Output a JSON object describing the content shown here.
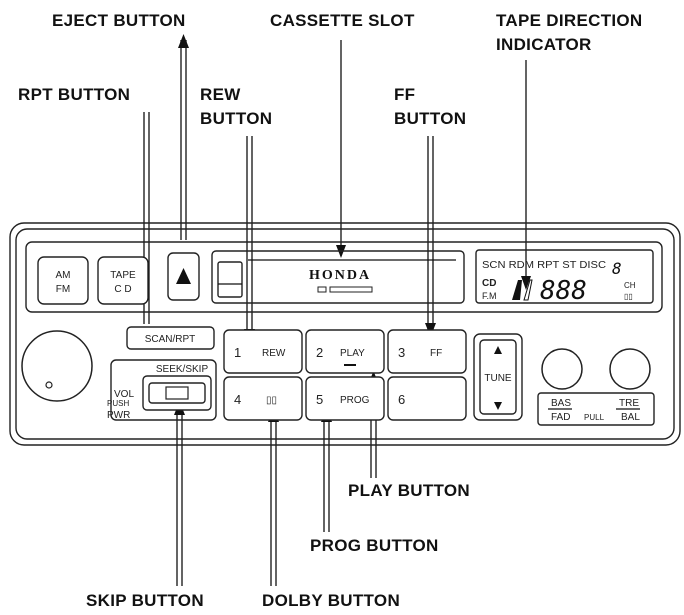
{
  "callouts": {
    "eject": "EJECT BUTTON",
    "cassette": "CASSETTE SLOT",
    "tape_dir_1": "TAPE DIRECTION",
    "tape_dir_2": "INDICATOR",
    "rpt": "RPT BUTTON",
    "rew_1": "REW",
    "rew_2": "BUTTON",
    "ff_1": "FF",
    "ff_2": "BUTTON",
    "play": "PLAY BUTTON",
    "prog": "PROG BUTTON",
    "skip": "SKIP BUTTON",
    "dolby": "DOLBY BUTTON"
  },
  "radio": {
    "brand": "HONDA",
    "am": "AM",
    "fm": "FM",
    "tape": "TAPE",
    "cd": "C D",
    "scan_rpt": "SCAN/RPT",
    "seek_skip": "SEEK/SKIP",
    "vol": "VOL",
    "push": "PUSH",
    "pwr": "PWR",
    "tune": "TUNE",
    "bas": "BAS",
    "tre": "TRE",
    "fad": "FAD",
    "pull": "PULL",
    "bal": "BAL",
    "presets": [
      {
        "num": "1",
        "label": "REW"
      },
      {
        "num": "2",
        "label": "PLAY"
      },
      {
        "num": "3",
        "label": "FF"
      },
      {
        "num": "4",
        "label": "▯▯"
      },
      {
        "num": "5",
        "label": "PROG"
      },
      {
        "num": "6",
        "label": ""
      }
    ],
    "lcd": {
      "top": "SCN RDM RPT ST DISC",
      "disc_digit": "8",
      "cd": "CD",
      "fm": "F.M",
      "digits": "888",
      "ch": "CH",
      "dolby": "▯▯"
    }
  }
}
